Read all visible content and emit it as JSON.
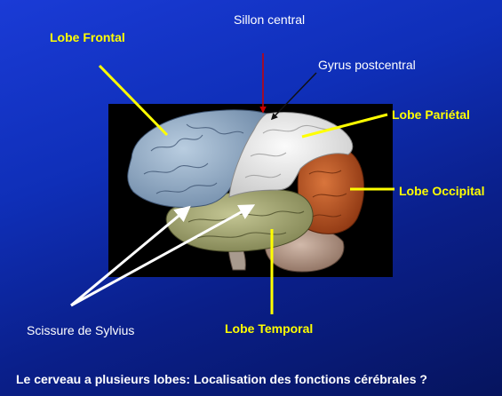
{
  "labels": {
    "sillon_central": "Sillon central",
    "lobe_frontal": "Lobe Frontal",
    "gyrus_postcentral": "Gyrus postcentral",
    "lobe_parietal": "Lobe Pariétal",
    "lobe_occipital": "Lobe Occipital",
    "lobe_temporal": "Lobe Temporal",
    "scissure_sylvius": "Scissure de Sylvius"
  },
  "caption": "Le cerveau a plusieurs lobes: Localisation des fonctions cérébrales ?",
  "colors": {
    "background_top": "#1a3bd6",
    "background_bottom": "#06145e",
    "label_yellow": "#ffff00",
    "label_white": "#ffffff",
    "frontal": "#8fa8c4",
    "parietal": "#e8e8e8",
    "occipital": "#c45a28",
    "temporal": "#a8ab78",
    "cerebellum": "#b89a8a",
    "sulcus_arrow": "#cc0000"
  }
}
